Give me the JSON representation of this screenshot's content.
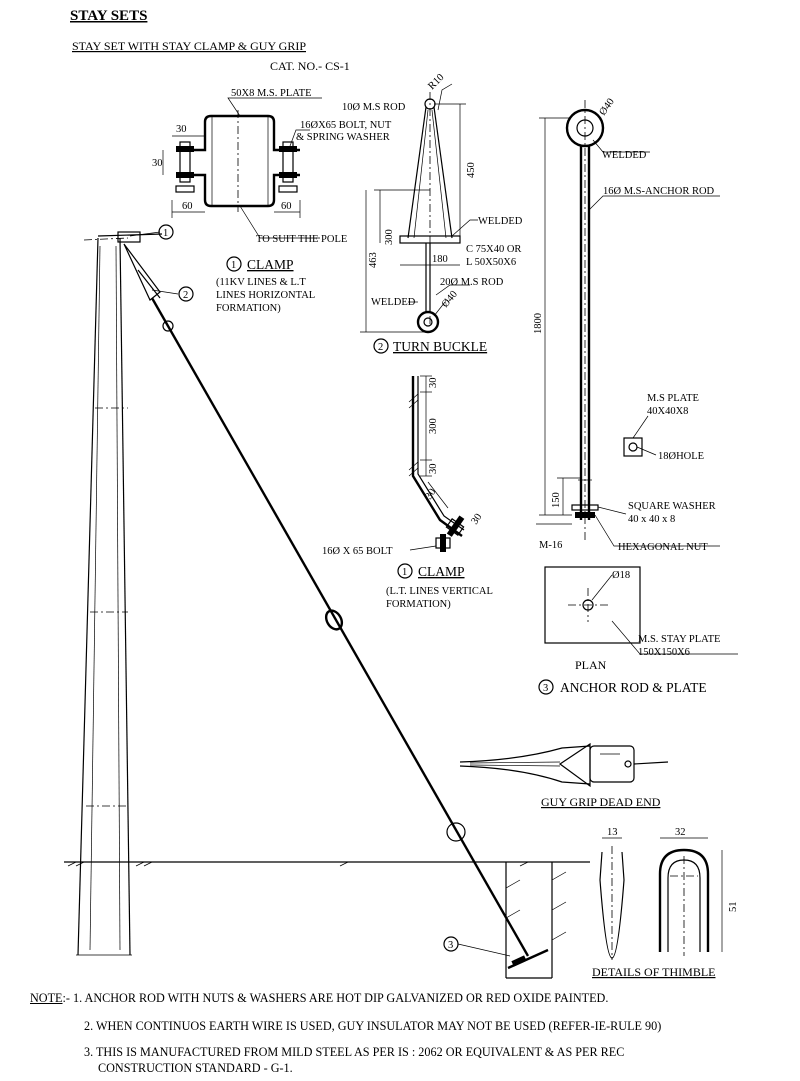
{
  "title": "STAY SETS",
  "subtitle": "STAY SET WITH STAY CLAMP & GUY GRIP",
  "cat_no": "CAT. NO.- CS-1",
  "clamp_h": {
    "plate": "50X8 M.S. PLATE",
    "bolt_1": "16ØX65 BOLT, NUT",
    "bolt_2": "& SPRING WASHER",
    "d30a": "30",
    "d30b": "30",
    "d60a": "60",
    "d60b": "60",
    "suit": "TO SUIT THE POLE",
    "num": "1",
    "title": "CLAMP",
    "desc_1": "(11KV LINES & L.T",
    "desc_2": "LINES HORIZONTAL",
    "desc_3": "FORMATION)"
  },
  "turn_buckle": {
    "r10": "R10",
    "rod10": "10Ø M.S ROD",
    "d450": "450",
    "d300": "300",
    "d463": "463",
    "welded_1": "WELDED",
    "channel_1": "C 75X40 OR",
    "channel_2": "L 50X50X6",
    "d180": "180",
    "rod20": "20Ø M.S ROD",
    "welded_2": "WELDED",
    "d40": "Ø40",
    "num": "2",
    "title": "TURN BUCKLE"
  },
  "clamp_v": {
    "d30a": "30",
    "d300": "300",
    "d30b": "30",
    "d30c": "30",
    "d30d": "30",
    "bolt": "16Ø X 65 BOLT",
    "num": "1",
    "title": "CLAMP",
    "desc_1": "(L.T. LINES VERTICAL",
    "desc_2": "FORMATION)"
  },
  "anchor": {
    "d40": "Ø40",
    "welded": "WELDED",
    "rod": "16Ø M.S-ANCHOR ROD",
    "d1800": "1800",
    "plate_1": "M.S PLATE",
    "plate_2": "40X40X8",
    "hole": "18ØHOLE",
    "d150": "150",
    "washer_1": "SQUARE WASHER",
    "washer_2": "40 x 40 x 8",
    "m16": "M-16",
    "nut": "HEXAGONAL NUT",
    "d18": "Ø18",
    "stay_1": "M.S. STAY PLATE",
    "stay_2": "150X150X6",
    "plan": "PLAN",
    "num": "3",
    "title": "ANCHOR ROD & PLATE"
  },
  "guy_grip": {
    "title": "GUY GRIP DEAD END"
  },
  "thimble": {
    "d13": "13",
    "d32": "32",
    "d51": "51",
    "title": "DETAILS OF THIMBLE"
  },
  "main": {
    "c1": "1",
    "c2": "2",
    "c3": "3"
  },
  "notes": {
    "label": "NOTE",
    "sep": ":- ",
    "n1": "1. ANCHOR ROD WITH  NUTS & WASHERS ARE  HOT DIP GALVANIZED OR RED OXIDE PAINTED.",
    "n2": "2. WHEN CONTINUOS EARTH WIRE IS USED, GUY INSULATOR MAY NOT BE USED (REFER-IE-RULE 90)",
    "n3a": "3. THIS IS MANUFACTURED FROM MILD STEEL AS PER IS : 2062 OR EQUIVALENT & AS PER REC",
    "n3b": "CONSTRUCTION STANDARD - G-1."
  }
}
